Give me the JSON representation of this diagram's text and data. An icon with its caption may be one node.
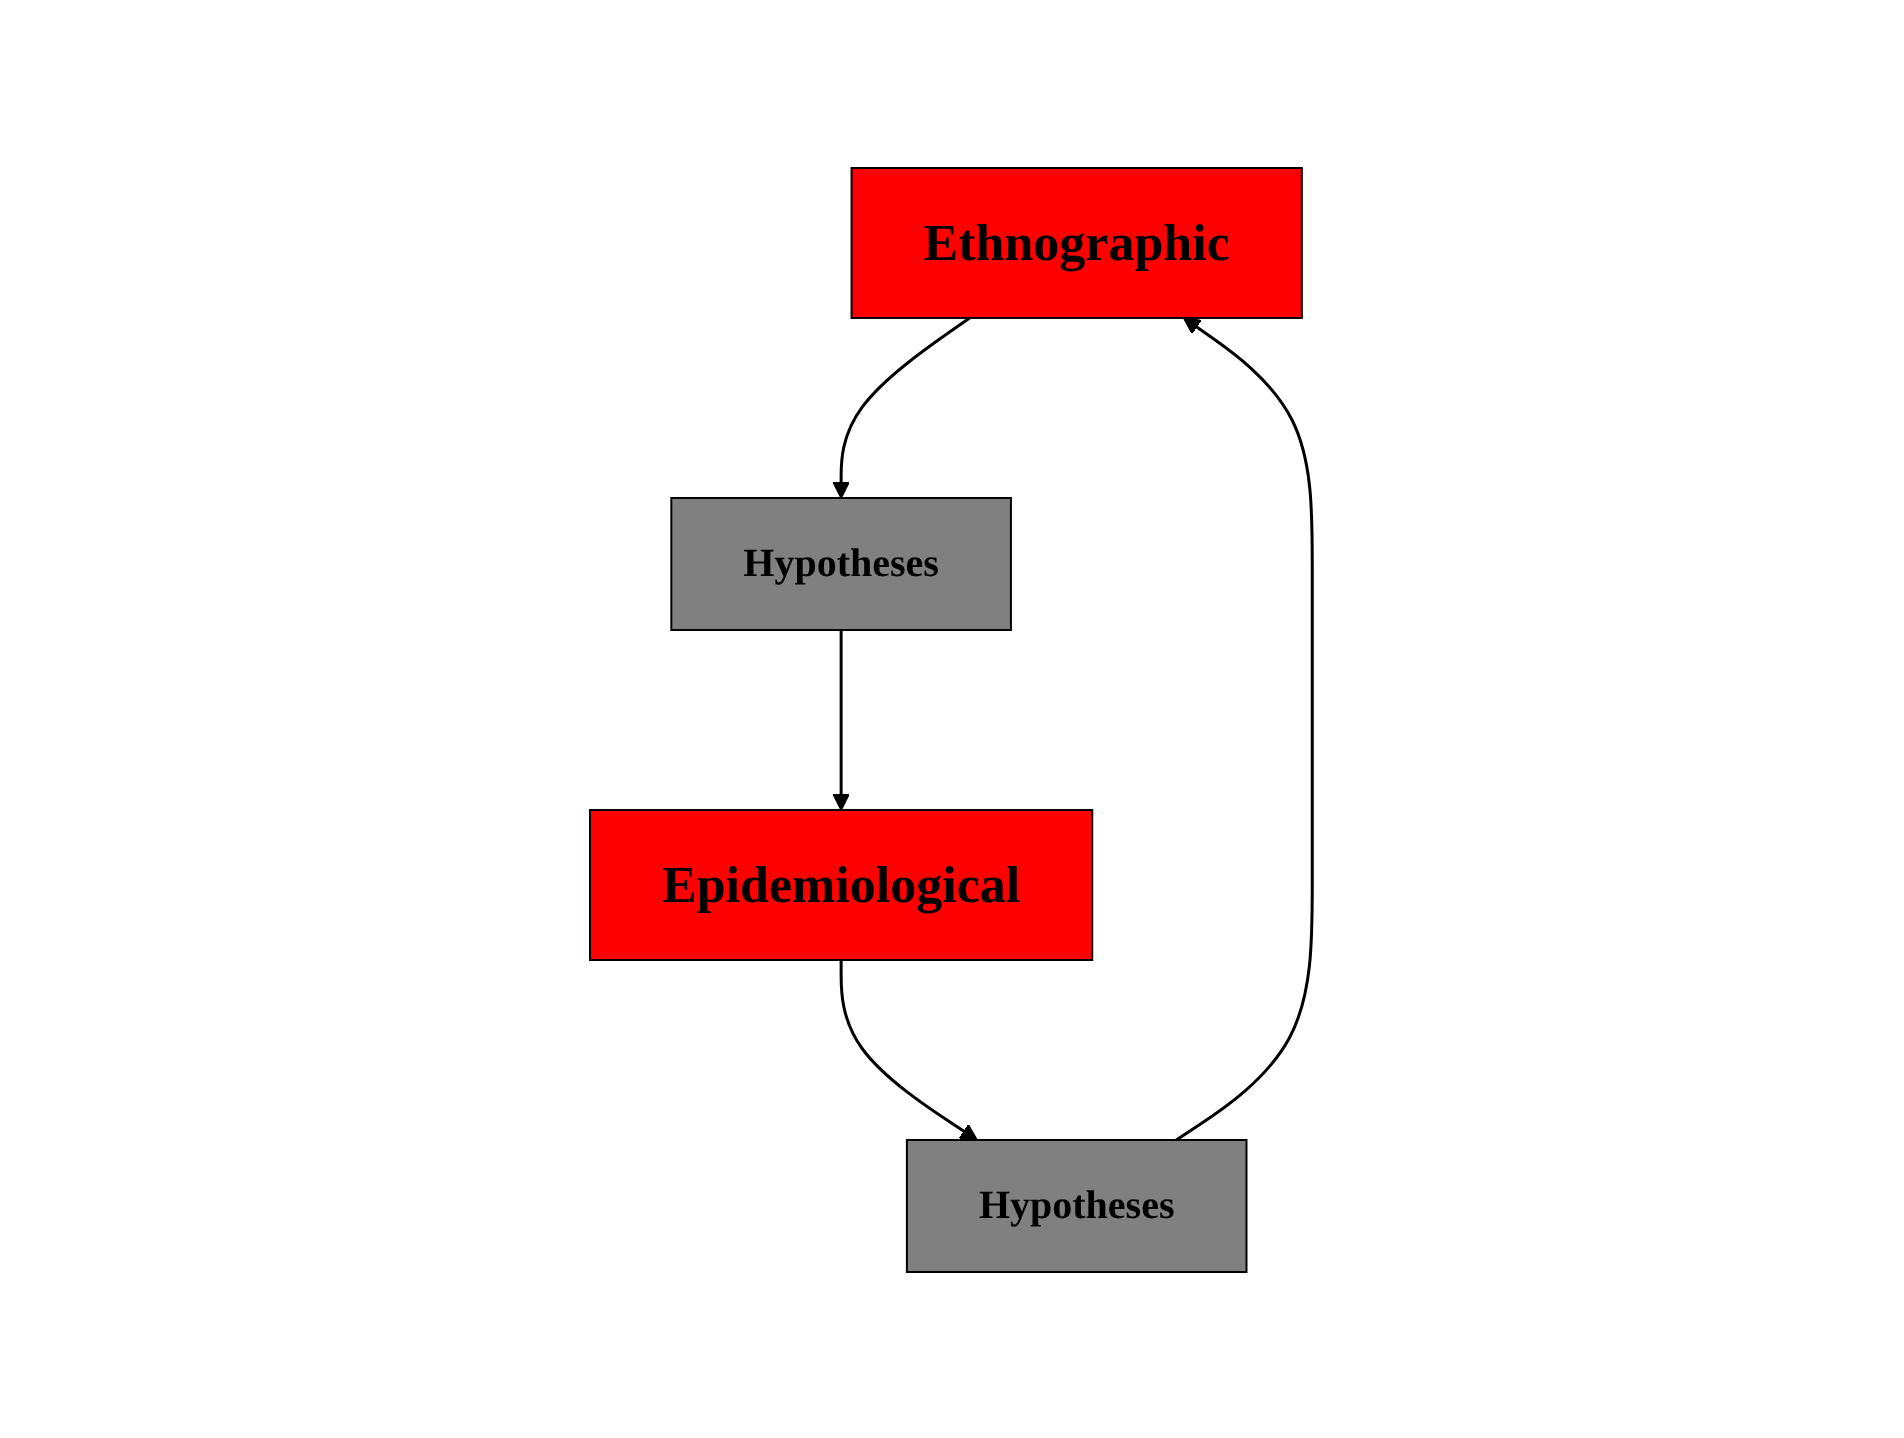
{
  "diagram": {
    "nodes": [
      {
        "text": [
          "Ethnographic"
        ]
      },
      {
        "text": [
          "Hypotheses"
        ]
      },
      {
        "text": [
          "Hypotheses"
        ]
      },
      {
        "text": [
          "Epidemiological"
        ]
      }
    ],
    "edges": [
      {
        "from": 0,
        "to": 2,
        "arrow": "to"
      },
      {
        "from": 2,
        "to": 3,
        "arrow": "to"
      },
      {
        "from": 3,
        "to": 1,
        "arrow": "to"
      },
      {
        "from": 1,
        "to": 0,
        "arrow": "to"
      }
    ]
  }
}
